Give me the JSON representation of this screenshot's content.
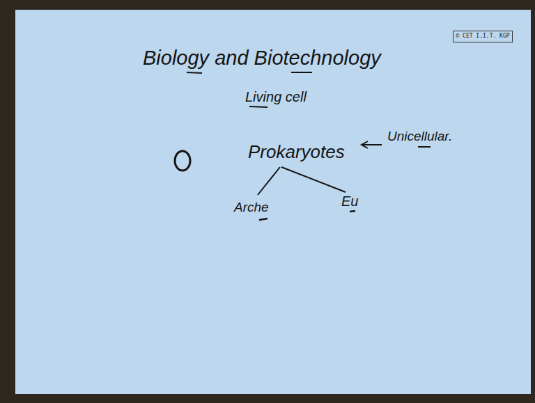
{
  "diagram": {
    "title": "Biology and Biotechnology",
    "nodes": [
      {
        "text": [
          "© CET I.I.T. KGP"
        ]
      }
    ],
    "labels": [
      "Living cell",
      "Prokaryotes",
      "Unicellular.",
      "Arche",
      "Eu"
    ]
  }
}
